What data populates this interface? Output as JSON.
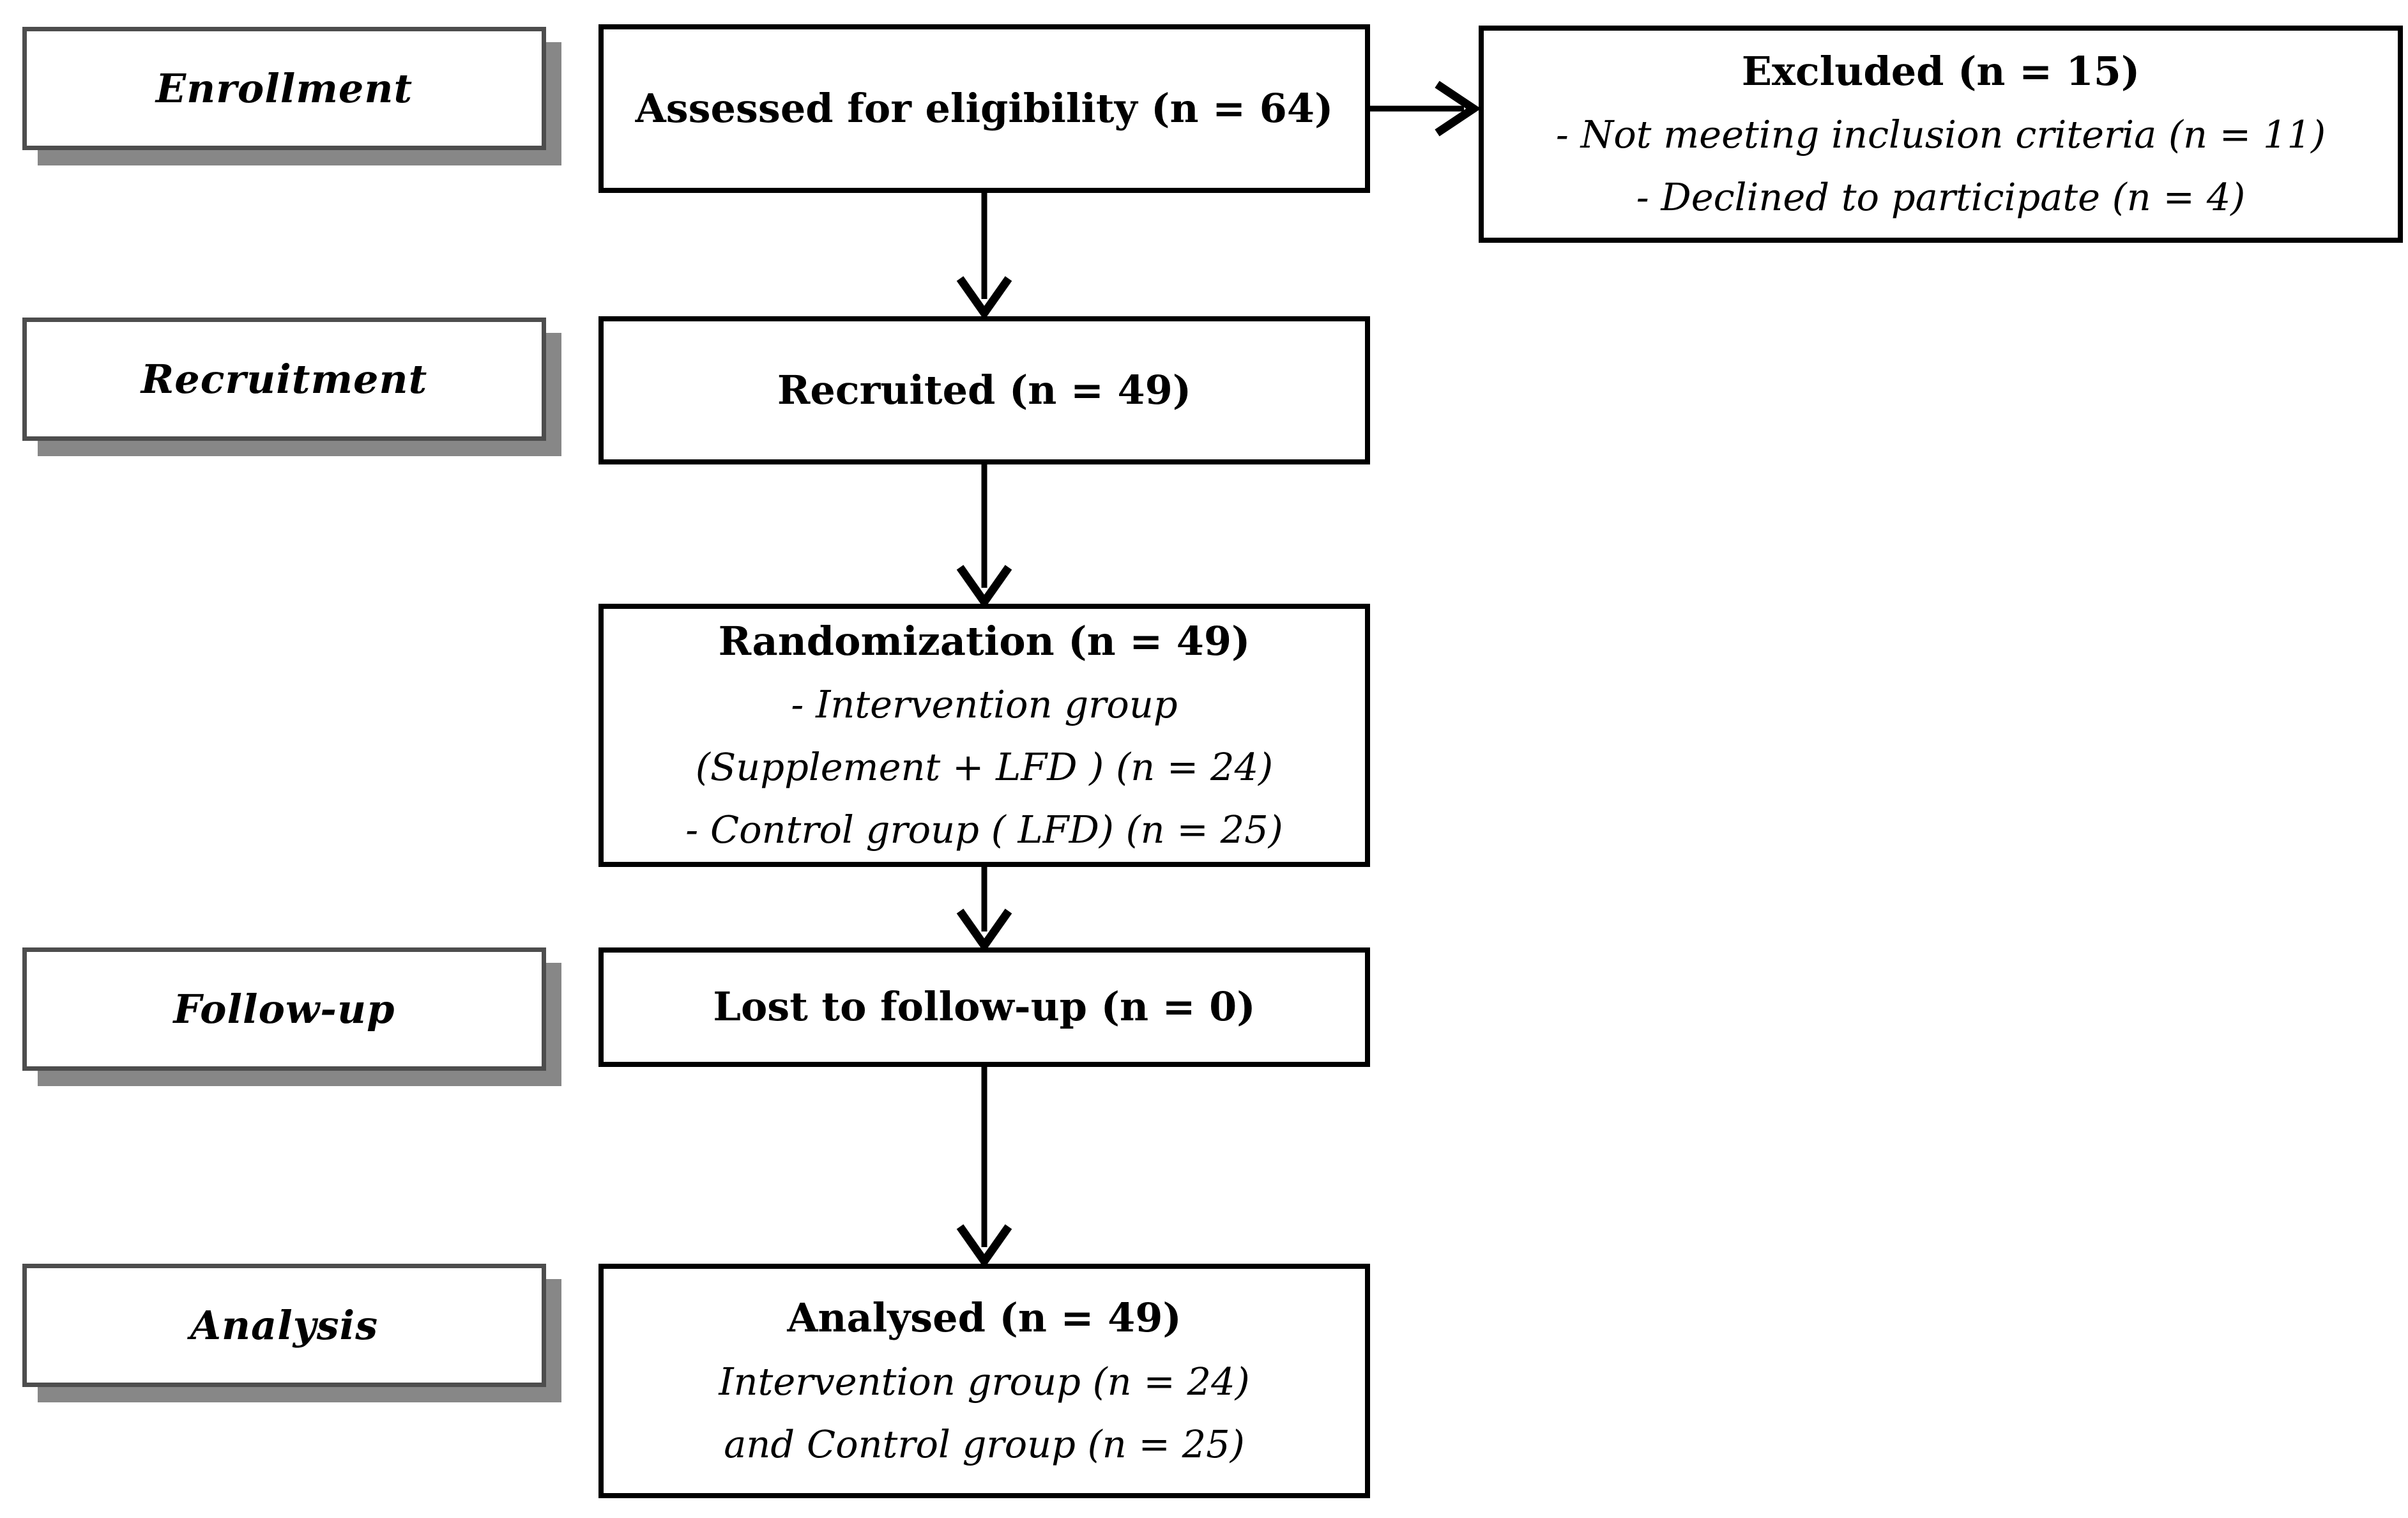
{
  "diagram": {
    "stages": {
      "enrollment": "Enrollment",
      "recruitment": "Recruitment",
      "followup": "Follow-up",
      "analysis": "Analysis"
    },
    "boxes": {
      "assessed": {
        "title": "Assessed for eligibility (n = 64)"
      },
      "excluded": {
        "title": "Excluded (n = 15)",
        "lines": [
          "- Not meeting inclusion criteria (n = 11)",
          "- Declined to participate (n = 4)"
        ]
      },
      "recruited": {
        "title": "Recruited (n = 49)"
      },
      "randomization": {
        "title": "Randomization (n = 49)",
        "lines": [
          "- Intervention group",
          "(Supplement + LFD ) (n = 24)",
          "- Control group ( LFD) (n = 25)"
        ]
      },
      "lost_to_followup": {
        "title": "Lost to follow-up (n = 0)"
      },
      "analysed": {
        "title": "Analysed (n = 49)",
        "lines": [
          "Intervention group (n = 24)",
          "and Control group (n = 25)"
        ]
      }
    },
    "colors": {
      "background": "#ffffff",
      "box_fill": "#ffffff",
      "box_border": "#000000",
      "arrow": "#000000",
      "stage_border": "#4d4d4d",
      "stage_shadow": "#878787",
      "text": "#000000"
    }
  }
}
